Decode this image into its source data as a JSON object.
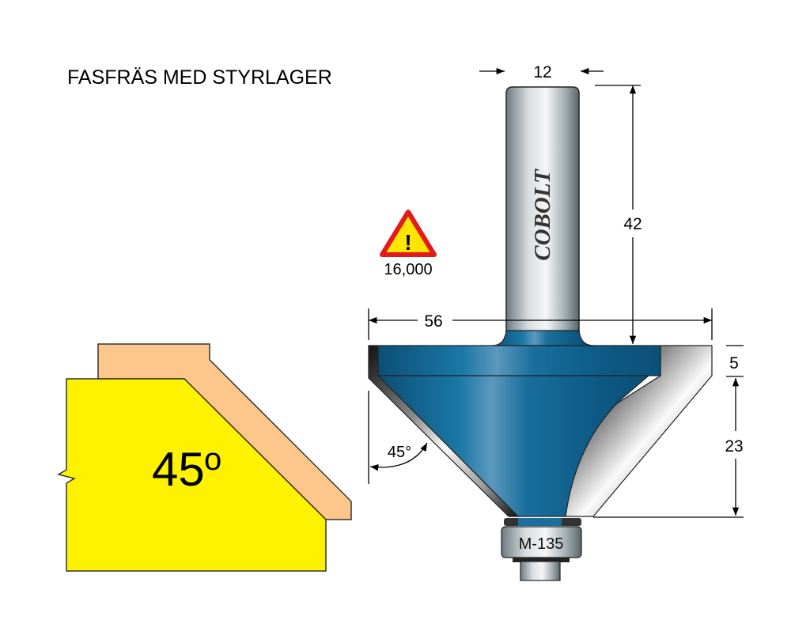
{
  "title": "FASFRÄS MED STYRLAGER",
  "brand": "COBOLT",
  "warning": {
    "icon": "warning-triangle-icon",
    "symbol": "!",
    "max_rpm": "16,000"
  },
  "dimensions": {
    "shank_diameter": "12",
    "shank_length": "42",
    "cutter_diameter": "56",
    "flange_height": "5",
    "cut_height": "23",
    "cut_angle": "45°"
  },
  "bearing": {
    "label": "M-135"
  },
  "profile": {
    "angle_label": "45",
    "degree_mark": "o"
  },
  "colors": {
    "steel_blue": "#0f5f8a",
    "workpiece_yellow": "#fff200",
    "edge_tan": "#fdc68a",
    "warning_red": "#e3191b",
    "warning_yellow": "#ffe500"
  }
}
